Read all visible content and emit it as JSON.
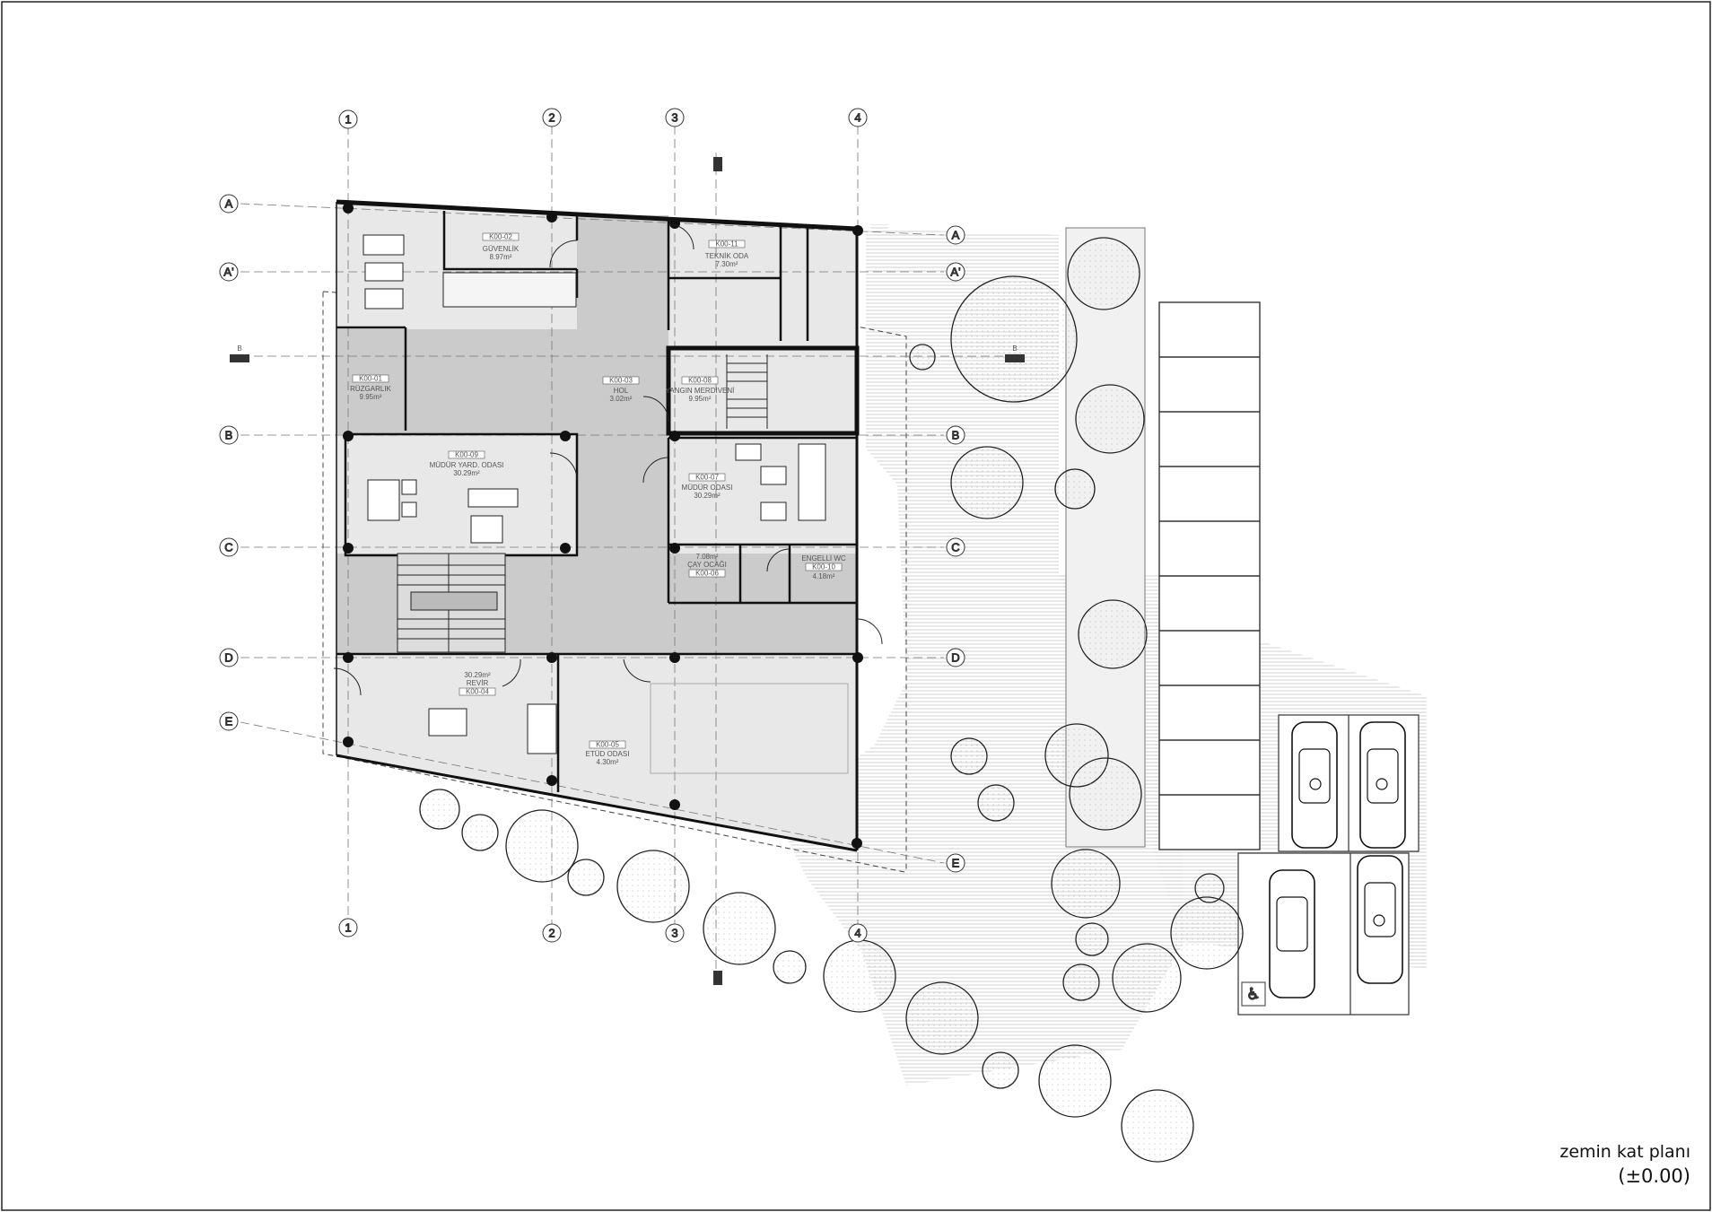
{
  "sheet": {
    "title": "zemin kat planı",
    "level": "(±0.00)"
  },
  "grid": {
    "columns": [
      "1",
      "2",
      "3",
      "4"
    ],
    "rows": [
      "A",
      "A'",
      "B",
      "C",
      "D",
      "E"
    ]
  },
  "section_markers": [
    "B",
    "B"
  ],
  "rooms": [
    {
      "code": "K00-02",
      "name": "GÜVENLİK",
      "area": "8.97m²"
    },
    {
      "code": "K00-11",
      "name": "TEKNİK ODA",
      "area": "7.30m²"
    },
    {
      "code": "K00-01",
      "name": "RÜZGARLIK",
      "area": "9.95m²"
    },
    {
      "code": "K00-03",
      "name": "HOL",
      "area": "3.02m²"
    },
    {
      "code": "K00-08",
      "name": "YANGIN MERDİVENİ",
      "area": "9.95m²"
    },
    {
      "code": "K00-09",
      "name": "MÜDÜR YARD. ODASI",
      "area": "30.29m²"
    },
    {
      "code": "K00-07",
      "name": "MÜDÜR ODASI",
      "area": "30.29m²"
    },
    {
      "code": "K00-06",
      "name": "ÇAY OCAĞI",
      "area": "7.08m²"
    },
    {
      "code": "K00-10",
      "name": "ENGELLİ WC",
      "area": "4.18m²"
    },
    {
      "code": "K00-04",
      "name": "REVİR",
      "area": "30.29m²"
    },
    {
      "code": "K00-05",
      "name": "ETÜD ODASI",
      "area": "4.30m²"
    }
  ],
  "colors": {
    "ink": "#111111",
    "floor_gray": "#cccccc",
    "room_gray": "#e6e6e6",
    "hatch": "#c8c8c8"
  }
}
